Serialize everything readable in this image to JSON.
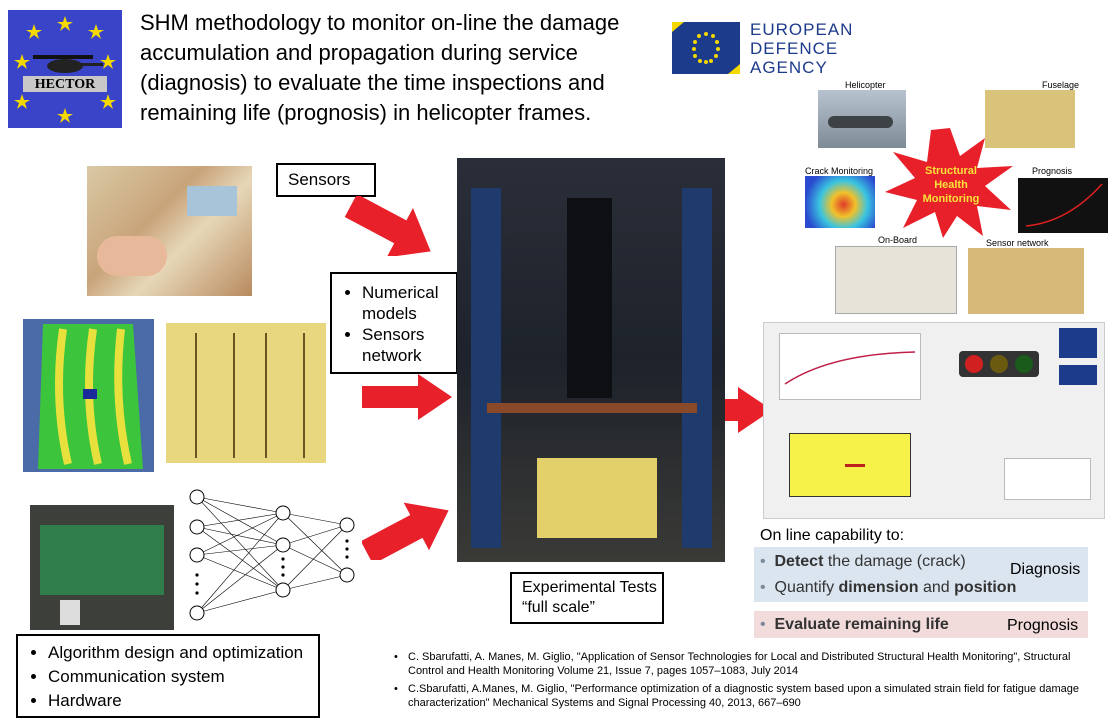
{
  "logos": {
    "hector": "HECTOR",
    "eda_line1": "EUROPEAN",
    "eda_line2": "DEFENCE",
    "eda_line3": "AGENCY"
  },
  "title": "SHM methodology to monitor on-line the damage accumulation and propagation during service (diagnosis) to evaluate the time inspections and remaining life (prognosis) in helicopter frames.",
  "labels": {
    "sensors": "Sensors",
    "numerical_items": [
      "Numerical models",
      "Sensors network"
    ],
    "experimental": "Experimental Tests “full scale”",
    "algorithm_items": [
      "Algorithm design and optimization",
      "Communication system",
      "Hardware"
    ]
  },
  "shm_panel": {
    "helicopter": "Helicopter",
    "fuselage": "Fuselage",
    "crack_monitoring": "Crack Monitoring",
    "prognosis": "Prognosis",
    "on_board": "On-Board",
    "sensor_network": "Sensor network",
    "star": "Structural Health Monitoring"
  },
  "capability": {
    "heading": "On line capability to:",
    "detect_bold": "Detect",
    "detect_rest": " the damage (crack)",
    "quantify_pre": "Quantify ",
    "quantify_b1": "dimension",
    "quantify_mid": " and ",
    "quantify_b2": "position",
    "diagnosis": "Diagnosis",
    "evaluate": "Evaluate remaining life",
    "prognosis": "Prognosis"
  },
  "references": [
    "C. Sbarufatti, A. Manes, M. Giglio, \"Application of Sensor Technologies for Local and Distributed Structural Health Monitoring\", Structural Control and Health Monitoring Volume 21, Issue 7, pages 1057–1083, July 2014",
    "C.Sbarufatti, A.Manes, M. Giglio, \"Performance optimization of a diagnostic system based upon a simulated strain field for fatigue damage characterization\" Mechanical Systems and Signal Processing 40, 2013, 667–690"
  ],
  "colors": {
    "arrow": "#e8202a",
    "diag_bg": "#dbe5f0",
    "prog_bg": "#f2dcdb"
  }
}
